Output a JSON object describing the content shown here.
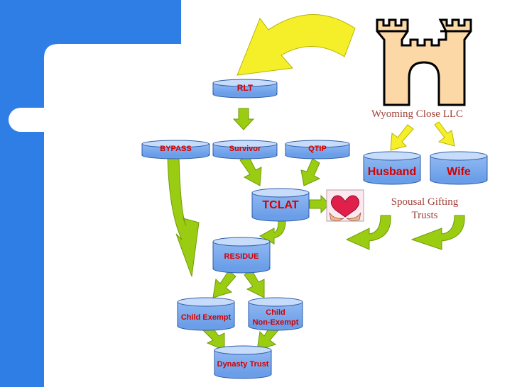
{
  "colors": {
    "slide_blue": "#2e7ee6",
    "cylinder_fill": "#79a9ee",
    "cylinder_top": "#c7dcfa",
    "label_red": "#d40000",
    "serif_text": "#a0413a",
    "arrow_green": "#9acd12",
    "arrow_yellow": "#f5ef2a",
    "castle_fill": "#fcd8a6"
  },
  "icons": [
    "castle-icon",
    "heart-in-hands-icon"
  ],
  "diagram": {
    "rlt": "RLT",
    "bypass": "BYPASS",
    "survivor": "Survivor",
    "qtip": "QTIP",
    "tclat": "TCLAT",
    "residue": "RESIDUE",
    "child_exempt": "Child Exempt",
    "child_non_exempt_line1": "Child",
    "child_non_exempt_line2": "Non-Exempt",
    "dynasty_trust": "Dynasty Trust",
    "husband": "Husband",
    "wife": "Wife",
    "wyoming_close": "Wyoming Close LLC",
    "spousal_gifting_line1": "Spousal Gifting",
    "spousal_gifting_line2": "Trusts"
  }
}
